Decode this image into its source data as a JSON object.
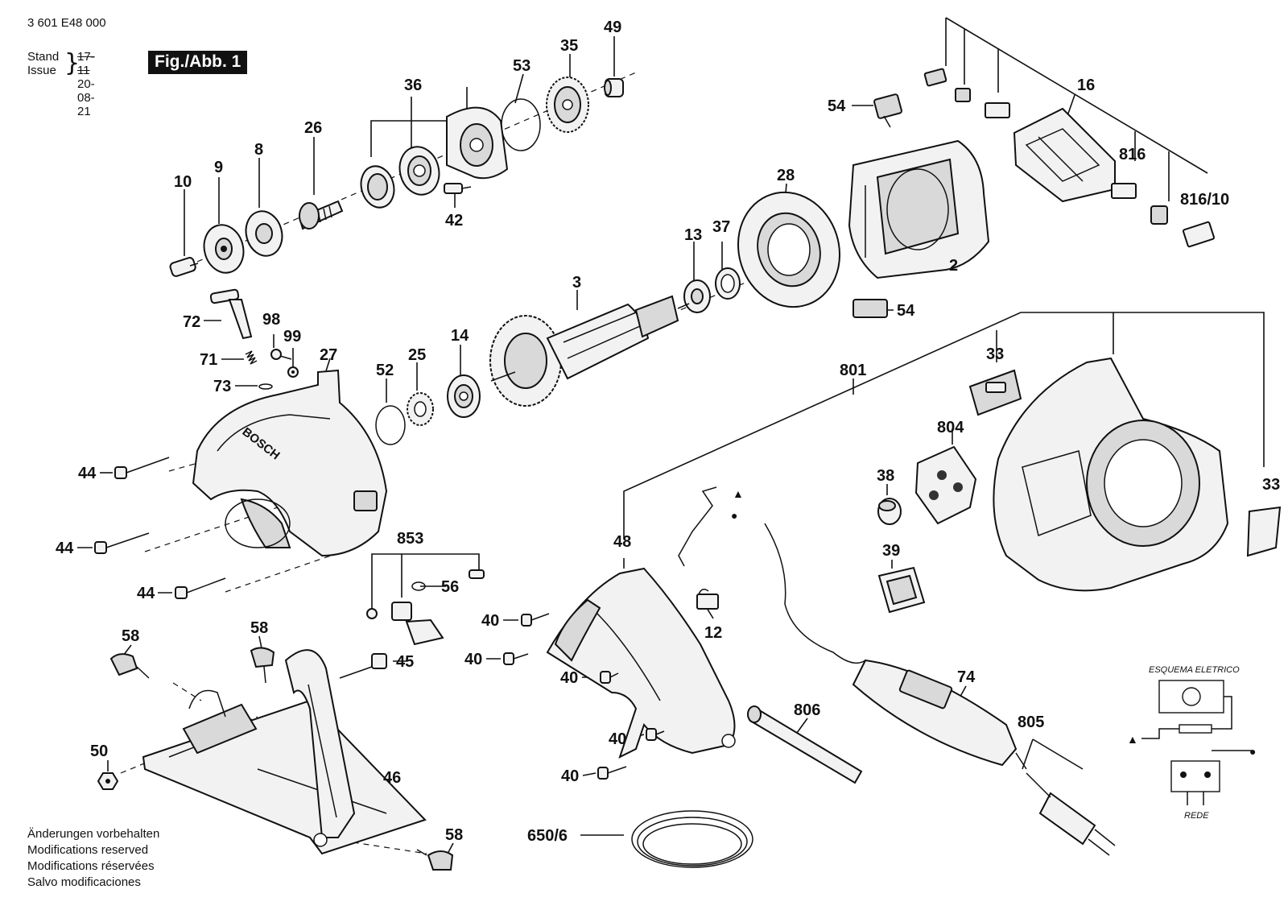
{
  "header": {
    "document_number": "3 601 E48 000",
    "stand_label": "Stand",
    "issue_label": "Issue",
    "stand_old": "17-11",
    "stand_new": "20-08-21",
    "figure_tag": "Fig./Abb. 1"
  },
  "notes": [
    "Änderungen vorbehalten",
    "Modifications reserved",
    "Modifications réservées",
    "Salvo modificaciones"
  ],
  "callouts": {
    "p10": "10",
    "p9": "9",
    "p8": "8",
    "p26": "26",
    "p36": "36",
    "p53": "53",
    "p35": "35",
    "p49": "49",
    "p42": "42",
    "p54a": "54",
    "p54b": "54",
    "p16": "16",
    "p816": "816",
    "p816_10": "816/10",
    "p28": "28",
    "p2": "2",
    "p13": "13",
    "p37": "37",
    "p3": "3",
    "p72": "72",
    "p98": "98",
    "p99": "99",
    "p71": "71",
    "p73": "73",
    "p27": "27",
    "p52": "52",
    "p25": "25",
    "p14": "14",
    "p801": "801",
    "p33a": "33",
    "p33b": "33",
    "p804": "804",
    "p38": "38",
    "p39": "39",
    "p44a": "44",
    "p44b": "44",
    "p44c": "44",
    "p853": "853",
    "p56": "56",
    "p48": "48",
    "p12": "12",
    "p40a": "40",
    "p40b": "40",
    "p40c": "40",
    "p40d": "40",
    "p40e": "40",
    "p58a": "58",
    "p58b": "58",
    "p58c": "58",
    "p45": "45",
    "p50": "50",
    "p46": "46",
    "p806": "806",
    "p74": "74",
    "p805": "805",
    "p650_6": "650/6"
  },
  "wiring_diagram": {
    "title": "ESQUEMA ELETRICO",
    "footer": "REDE",
    "marker_triangle": "▲",
    "marker_dot": "●"
  },
  "brand_mark": "BOSCH"
}
